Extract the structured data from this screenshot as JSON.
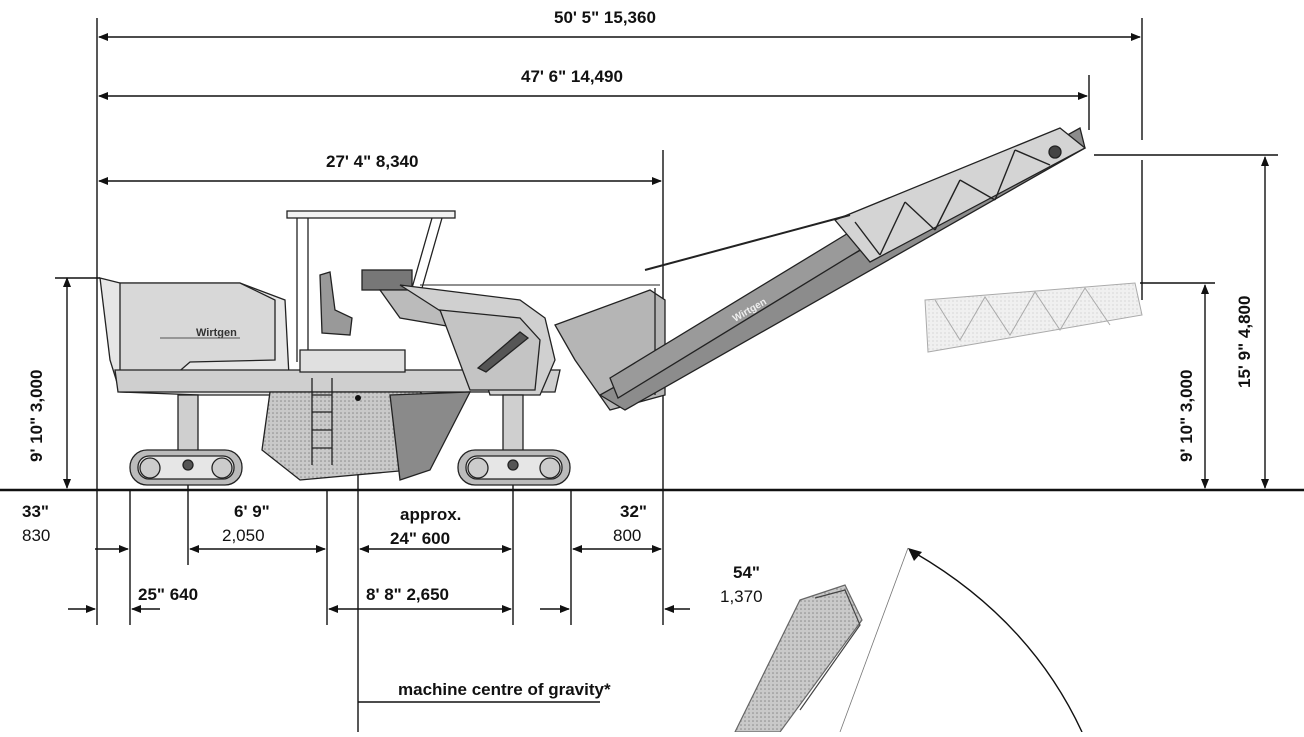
{
  "dimensions": {
    "overall_length_conveyor_up": "50' 5\"  15,360",
    "overall_length_conveyor_down": "47' 6\"  14,490",
    "machine_length": "27' 4\"  8,340",
    "machine_height": "9' 10\"  3,000",
    "conveyor_height_max": "15' 9\"  4,800",
    "conveyor_height_min": "9' 10\"  3,000",
    "rear_overhang_imperial": "33\"",
    "rear_overhang_metric": "830",
    "track_front_offset": "25\"  640",
    "track_to_drum_imperial": "6' 9\"",
    "track_to_drum_metric": "2,050",
    "cog_offset_word": "approx.",
    "cog_offset_value": "24\"  600",
    "wheelbase": "8' 8\"  2,650",
    "front_offset_imperial": "32\"",
    "front_offset_metric": "800",
    "conveyor_overhang_imperial": "54\"",
    "conveyor_overhang_metric": "1,370"
  },
  "labels": {
    "cog": "machine centre of gravity*",
    "brand_rear": "Wirtgen",
    "brand_conveyor": "Wirtgen"
  },
  "colors": {
    "ink": "#111111",
    "body_light": "#e4e4e4",
    "body_mid": "#bdbdbd",
    "body_dark": "#7a7a7a",
    "conveyor": "#8c8c8c"
  }
}
